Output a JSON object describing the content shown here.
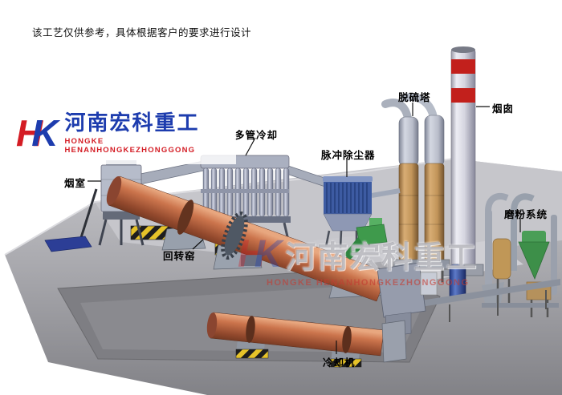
{
  "annotation": "该工艺仅供参考，具体根据客户的要求进行设计",
  "logo": {
    "symbol_h": "H",
    "symbol_k": "K",
    "company_cn": "河南宏科重工",
    "company_en": "HONGKE HENANHONGKEZHONGGONG"
  },
  "watermark": {
    "symbol_h": "H",
    "symbol_k": "K",
    "text_cn": "河南宏科重工",
    "text_en": "HONGKE HENANHONGKEZHONGGONG"
  },
  "labels": {
    "smoke_chamber": "烟室",
    "multi_tube_cooler": "多管冷却",
    "pulse_dust_collector": "脉冲除尘器",
    "desulfurization_tower": "脱硫塔",
    "chimney": "烟囱",
    "grinding_system": "磨粉系统",
    "rotary_kiln": "回转窑",
    "cooling_machine": "冷却机"
  },
  "colors": {
    "logo_blue": "#1d3cae",
    "logo_red": "#d41c24",
    "kiln_orange": "#c4714b",
    "dust_collector_blue": "#3d5ba2",
    "tower_tan": "#c79a5e",
    "chimney_band_red": "#c2201c",
    "ground_gray": "#b4b4b8",
    "hazard_yellow": "#e6c329",
    "green_equipment": "#3f9a4c"
  }
}
